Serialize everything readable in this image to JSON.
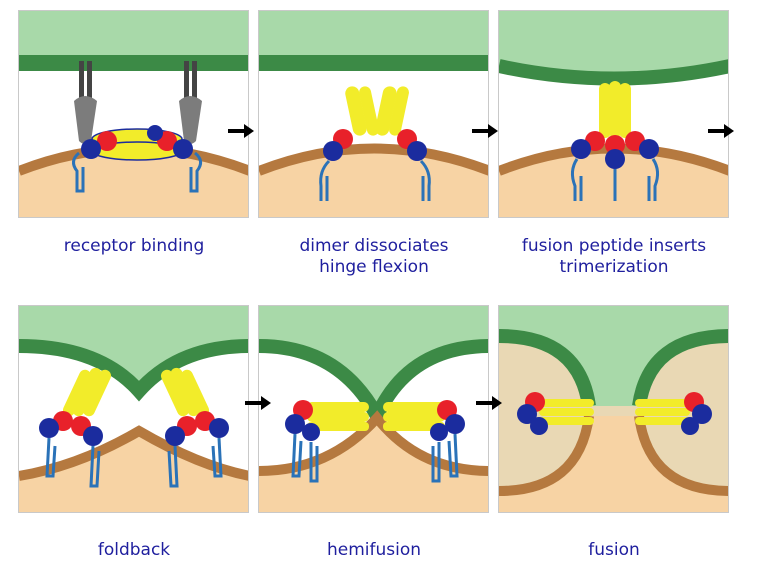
{
  "panels": [
    {
      "id": "receptor-binding",
      "caption_lines": [
        "receptor binding"
      ]
    },
    {
      "id": "dimer-dissociates",
      "caption_lines": [
        "dimer dissociates",
        "hinge flexion"
      ]
    },
    {
      "id": "fusion-peptide-inserts",
      "caption_lines": [
        "fusion peptide inserts",
        "trimerization"
      ]
    },
    {
      "id": "foldback",
      "caption_lines": [
        "foldback"
      ]
    },
    {
      "id": "hemifusion",
      "caption_lines": [
        "hemifusion"
      ]
    },
    {
      "id": "fusion",
      "caption_lines": [
        "fusion"
      ]
    }
  ],
  "colors": {
    "target_cell_fill": "#a8d9a9",
    "target_membrane": "#3c8a46",
    "virus_fill": "#f7d3a4",
    "virus_membrane": "#b5793f",
    "domain_yellow": "#f2ec2a",
    "domain_red": "#e8212a",
    "domain_blue": "#1b2c9e",
    "stem_blue": "#2a72b8",
    "receptor_gray": "#7c7c7c",
    "arrow": "#000000",
    "caption_text": "#1f1f9e"
  }
}
